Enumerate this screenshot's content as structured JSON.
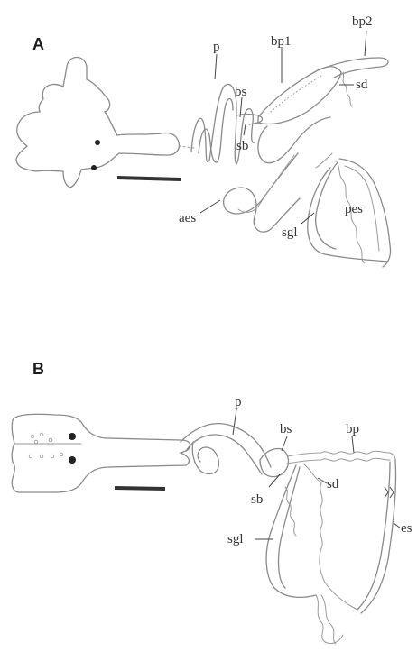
{
  "panels": {
    "a": {
      "letter": "A",
      "labels": {
        "p": "p",
        "bp1": "bp1",
        "bp2": "bp2",
        "bs": "bs",
        "sd": "sd",
        "sb": "sb",
        "aes": "aes",
        "pes": "pes",
        "sgl": "sgl"
      }
    },
    "b": {
      "letter": "B",
      "labels": {
        "p": "p",
        "bs": "bs",
        "bp": "bp",
        "sb": "sb",
        "sd": "sd",
        "sgl": "sgl",
        "es": "es"
      }
    }
  }
}
